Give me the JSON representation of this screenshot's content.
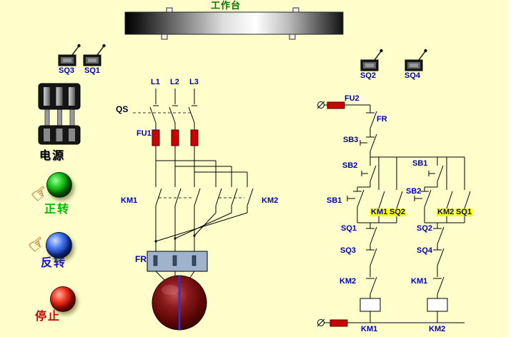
{
  "colors": {
    "bg": "#FFFFCC",
    "label": "#0000BB",
    "wire": "#000000",
    "fuse": "#CC0000",
    "highlight": "#FFFF00",
    "title-green": "#007700",
    "forward-green": "#00BB00",
    "reverse-blue": "#1111CC",
    "stop-red": "#CC0000"
  },
  "icons": {
    "hand_pointer": "☞"
  },
  "worktable": {
    "title": "工作台"
  },
  "limit_switches": {
    "sq3": "SQ3",
    "sq1": "SQ1",
    "sq2": "SQ2",
    "sq4": "SQ4"
  },
  "panel": {
    "power": "电源",
    "forward": "正转",
    "reverse": "反转",
    "stop": "停止"
  },
  "main_circuit": {
    "phases": [
      "L1",
      "L2",
      "L3"
    ],
    "qs": "QS",
    "fu1": "FU1",
    "km1": "KM1",
    "km2": "KM2",
    "fr": "FR"
  },
  "control_circuit": {
    "fu2": "FU2",
    "fr": "FR",
    "sb3": "SB3",
    "forward_branch": {
      "start": "SB2",
      "interlock_button": "SB1",
      "seal_in": "KM1",
      "limit_start": "SQ2",
      "limit_stop": "SQ1",
      "limit_end": "SQ3",
      "contactor_interlock": "KM2",
      "coil": "KM1"
    },
    "reverse_branch": {
      "start": "SB1",
      "interlock_button": "SB2",
      "seal_in": "KM2",
      "limit_start": "SQ1",
      "limit_stop": "SQ2",
      "limit_end": "SQ4",
      "contactor_interlock": "KM1",
      "coil": "KM2"
    }
  }
}
